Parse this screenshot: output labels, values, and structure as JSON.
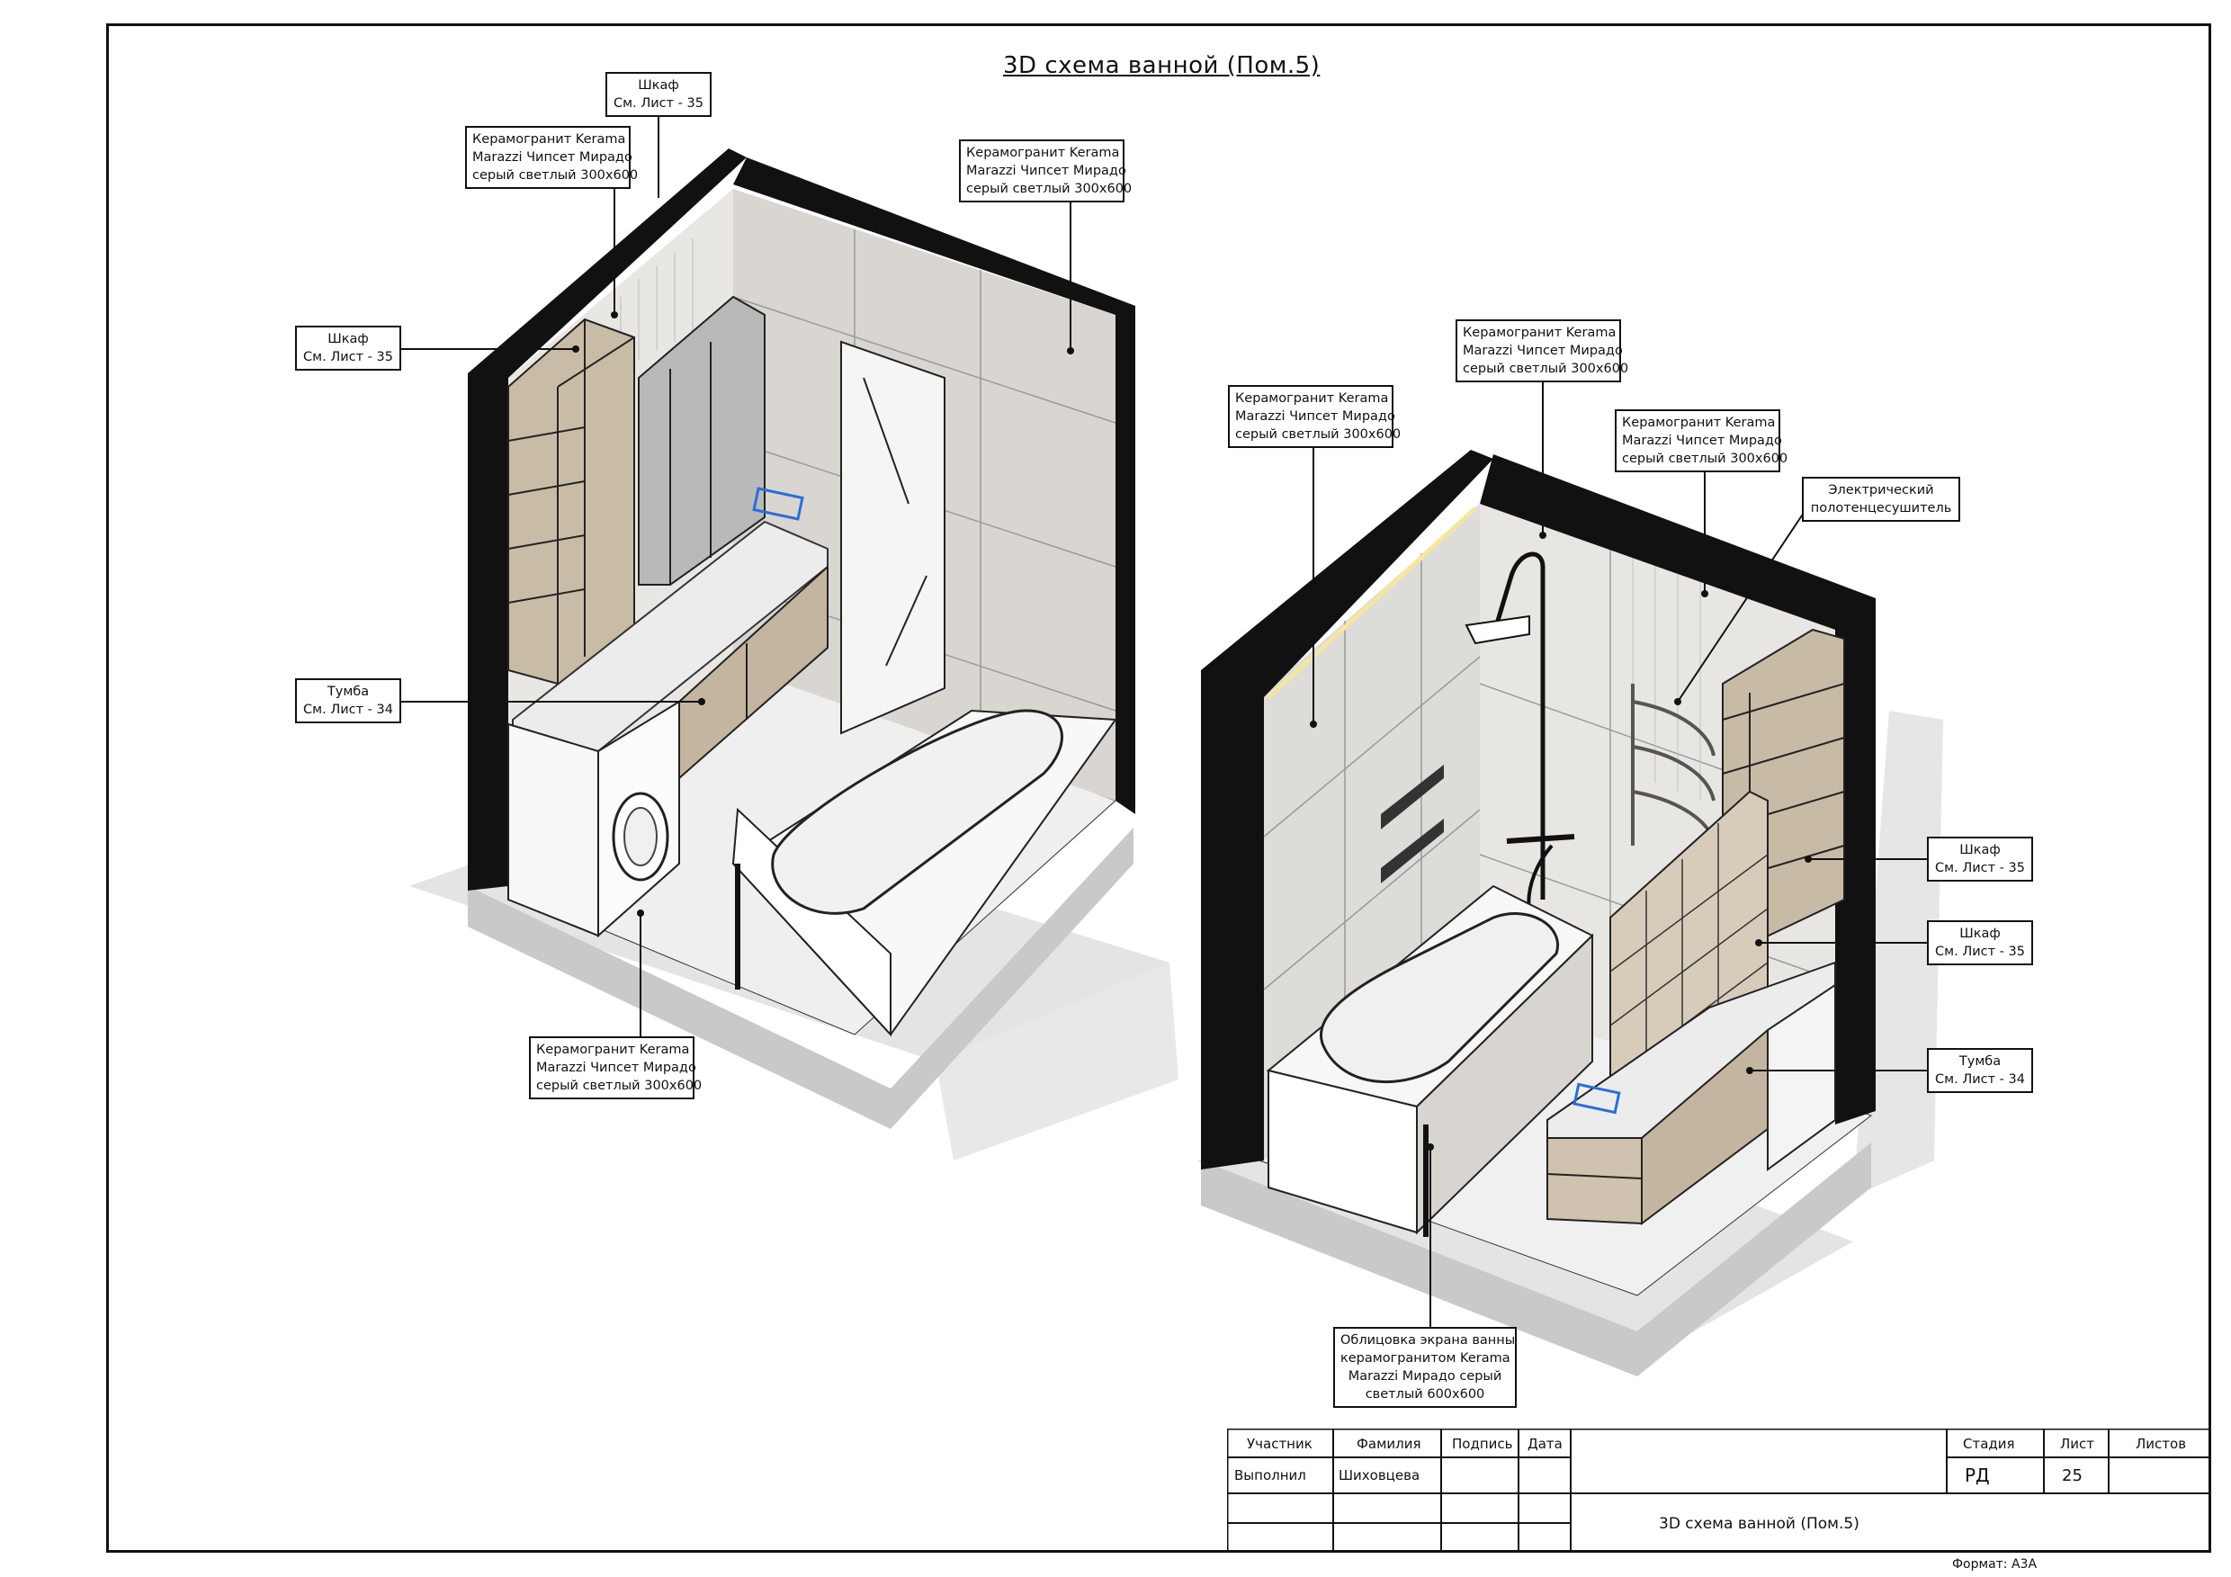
{
  "drawing_title": "3D схема ванной   (Пом.5)",
  "left_view": {
    "callouts": [
      {
        "line1": "Шкаф",
        "line2": "См. Лист - 35"
      },
      {
        "line1": "Керамогранит Kerama",
        "line2": "Marazzi Чипсет Мирадо",
        "line3": "серый светлый 300х600"
      },
      {
        "line1": "Керамогранит Kerama",
        "line2": "Marazzi Чипсет Мирадо",
        "line3": "серый светлый 300х600"
      },
      {
        "line1": "Шкаф",
        "line2": "См. Лист - 35"
      },
      {
        "line1": "Тумба",
        "line2": "См. Лист - 34"
      },
      {
        "line1": "Керамогранит Kerama",
        "line2": "Marazzi Чипсет Мирадо",
        "line3": "серый светлый 300х600"
      }
    ]
  },
  "right_view": {
    "callouts": [
      {
        "line1": "Керамогранит Kerama",
        "line2": "Marazzi Чипсет Мирадо",
        "line3": "серый светлый 300х600"
      },
      {
        "line1": "Керамогранит Kerama",
        "line2": "Marazzi Чипсет Мирадо",
        "line3": "серый светлый 300х600"
      },
      {
        "line1": "Керамогранит Kerama",
        "line2": "Marazzi Чипсет Мирадо",
        "line3": "серый светлый 300х600"
      },
      {
        "line1": "Электрический",
        "line2": "полотенцесушитель"
      },
      {
        "line1": "Шкаф",
        "line2": "См. Лист - 35"
      },
      {
        "line1": "Шкаф",
        "line2": "См. Лист - 35"
      },
      {
        "line1": "Тумба",
        "line2": "См. Лист - 34"
      },
      {
        "line1": "Облицовка экрана ванны",
        "line2": "керамогранитом Kerama",
        "line3": "Marazzi Мирадо серый",
        "line4": "светлый 600х600"
      }
    ]
  },
  "title_block": {
    "h_participant": "Участник",
    "h_surname": "Фамилия",
    "h_signature": "Подпись",
    "h_date": "Дата",
    "row_role": "Выполнил",
    "row_name": "Шиховцева",
    "h_stage": "Стадия",
    "h_sheet": "Лист",
    "h_sheets": "Листов",
    "stage": "РД",
    "sheet": "25",
    "sheet_title": "3D схема ванной (Пом.5)"
  },
  "format_label": "Формат: А3А",
  "colors": {
    "wall": "#111111",
    "tile": "#d9d7d3",
    "wood": "#c6b8a2",
    "floor": "#eeeeee",
    "shadow": "#d6d6d6",
    "socket": "#2a6fd6"
  }
}
